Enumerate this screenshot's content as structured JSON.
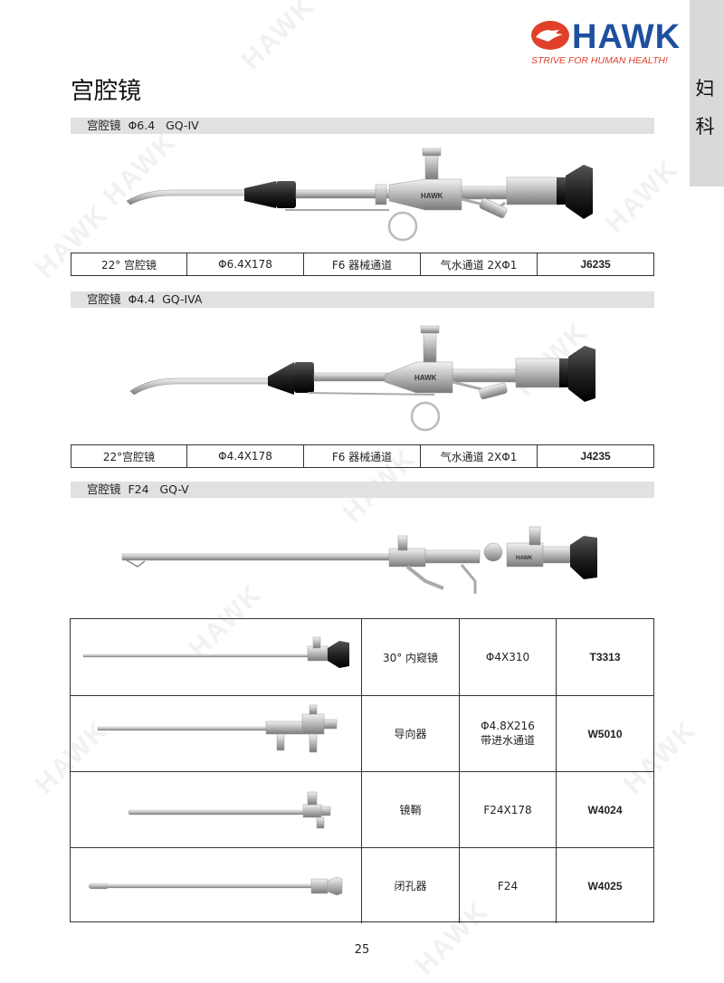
{
  "brand": {
    "name": "HAWK",
    "tagline": "STRIVE FOR HUMAN HEALTH!",
    "brand_color": "#1e4fa0",
    "accent_color": "#e0402a"
  },
  "side_tab": {
    "chars": [
      "妇",
      "科"
    ]
  },
  "page_title": "宫腔镜",
  "sections": [
    {
      "header": "宫腔镜  Φ6.4   GQ-IV",
      "spec": [
        "22° 宫腔镜",
        "Φ6.4X178",
        "F6 器械通道",
        "气水通道 2XΦ1",
        "J6235"
      ]
    },
    {
      "header": "宫腔镜  Φ4.4  GQ-IVA",
      "spec": [
        "22°宫腔镜",
        "Φ4.4X178",
        "F6 器械通道",
        "气水通道 2XΦ1",
        "J4235"
      ]
    },
    {
      "header": "宫腔镜  F24   GQ-V"
    }
  ],
  "components": [
    {
      "name": "30° 内窥镜",
      "size": [
        "Φ4X310"
      ],
      "code": "T3313"
    },
    {
      "name": "导向器",
      "size": [
        "Φ4.8X216",
        "带进水通道"
      ],
      "code": "W5010"
    },
    {
      "name": "镜鞘",
      "size": [
        "F24X178"
      ],
      "code": "W4024"
    },
    {
      "name": "闭孔器",
      "size": [
        "F24"
      ],
      "code": "W4025"
    }
  ],
  "page_number": "25",
  "icons": [
    "hawk-logo-icon",
    "hysteroscope-image",
    "endoscope-image",
    "guide-image",
    "sheath-image",
    "obturator-image"
  ]
}
